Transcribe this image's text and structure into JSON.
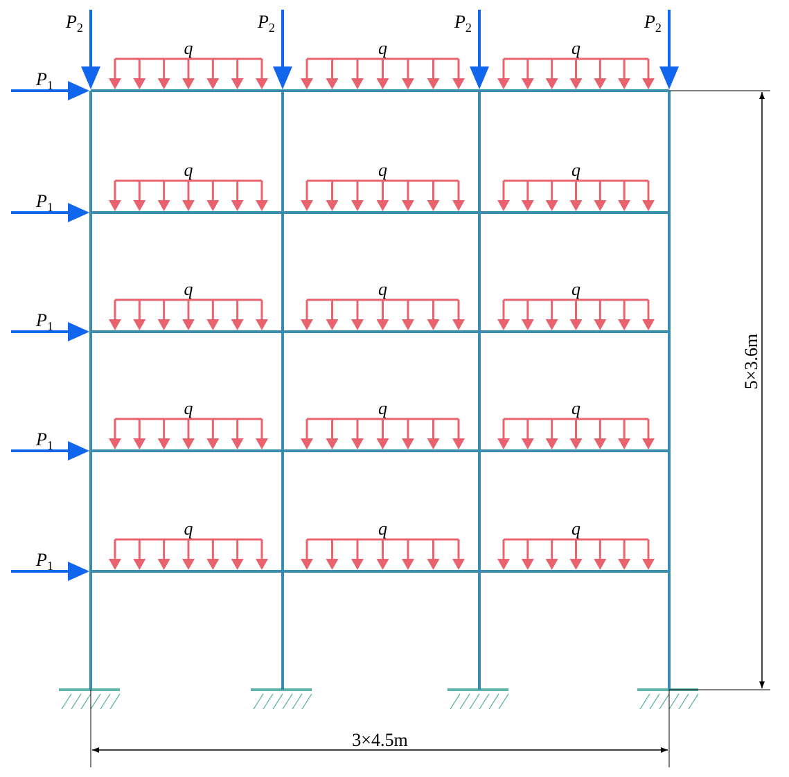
{
  "labels": {
    "horizontal_load": "P",
    "horizontal_load_sub": "1",
    "vertical_load": "P",
    "vertical_load_sub": "2",
    "distributed_load": "q",
    "span_dimension": "3×4.5m",
    "height_dimension": "5×3.6m"
  },
  "structure": {
    "bays": 3,
    "stories": 5,
    "bay_width_m": 4.5,
    "story_height_m": 3.6,
    "support_type": "fixed"
  },
  "colors": {
    "frame": "#3a8bb0",
    "distributed_load": "#e8636e",
    "point_load": "#1166ee",
    "support": "#5fb3a8",
    "dimension": "#000000"
  }
}
